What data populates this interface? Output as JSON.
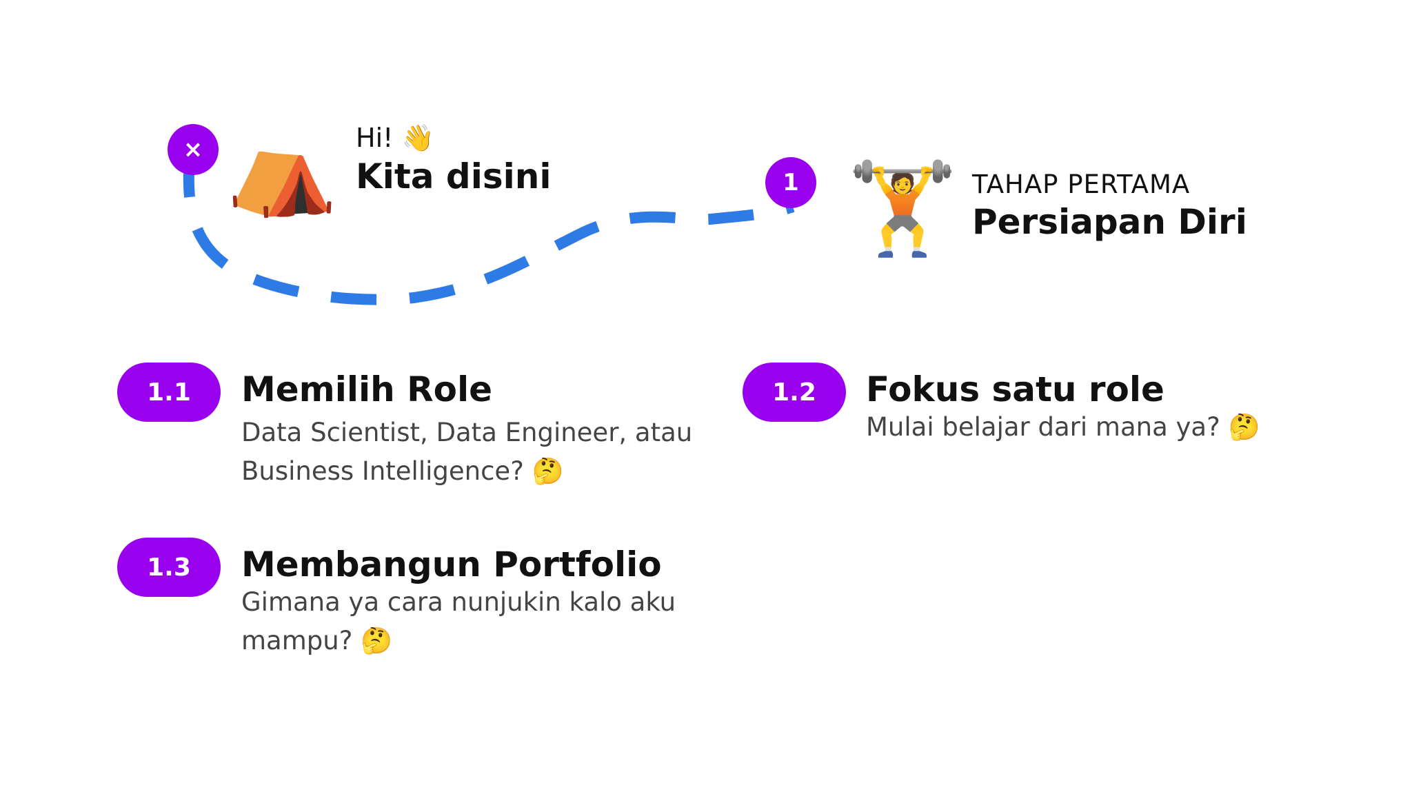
{
  "start": {
    "marker": "×",
    "greeting": "Hi! 👋",
    "title": "Kita disini",
    "tent_emoji": "⛺"
  },
  "stage": {
    "marker": "1",
    "label": "TAHAP PERTAMA",
    "title": "Persiapan Diri",
    "emoji": "🏋️"
  },
  "steps": [
    {
      "number": "1.1",
      "title": "Memilih Role",
      "description": "Data Scientist, Data Engineer, atau Business Intelligence? 🤔"
    },
    {
      "number": "1.2",
      "title": "Fokus satu role",
      "description": "Mulai belajar dari mana ya? 🤔"
    },
    {
      "number": "1.3",
      "title": "Membangun Portfolio",
      "description": "Gimana ya cara nunjukin kalo aku mampu? 🤔"
    }
  ],
  "colors": {
    "accent": "#9900ee",
    "path": "#2f7be5"
  }
}
